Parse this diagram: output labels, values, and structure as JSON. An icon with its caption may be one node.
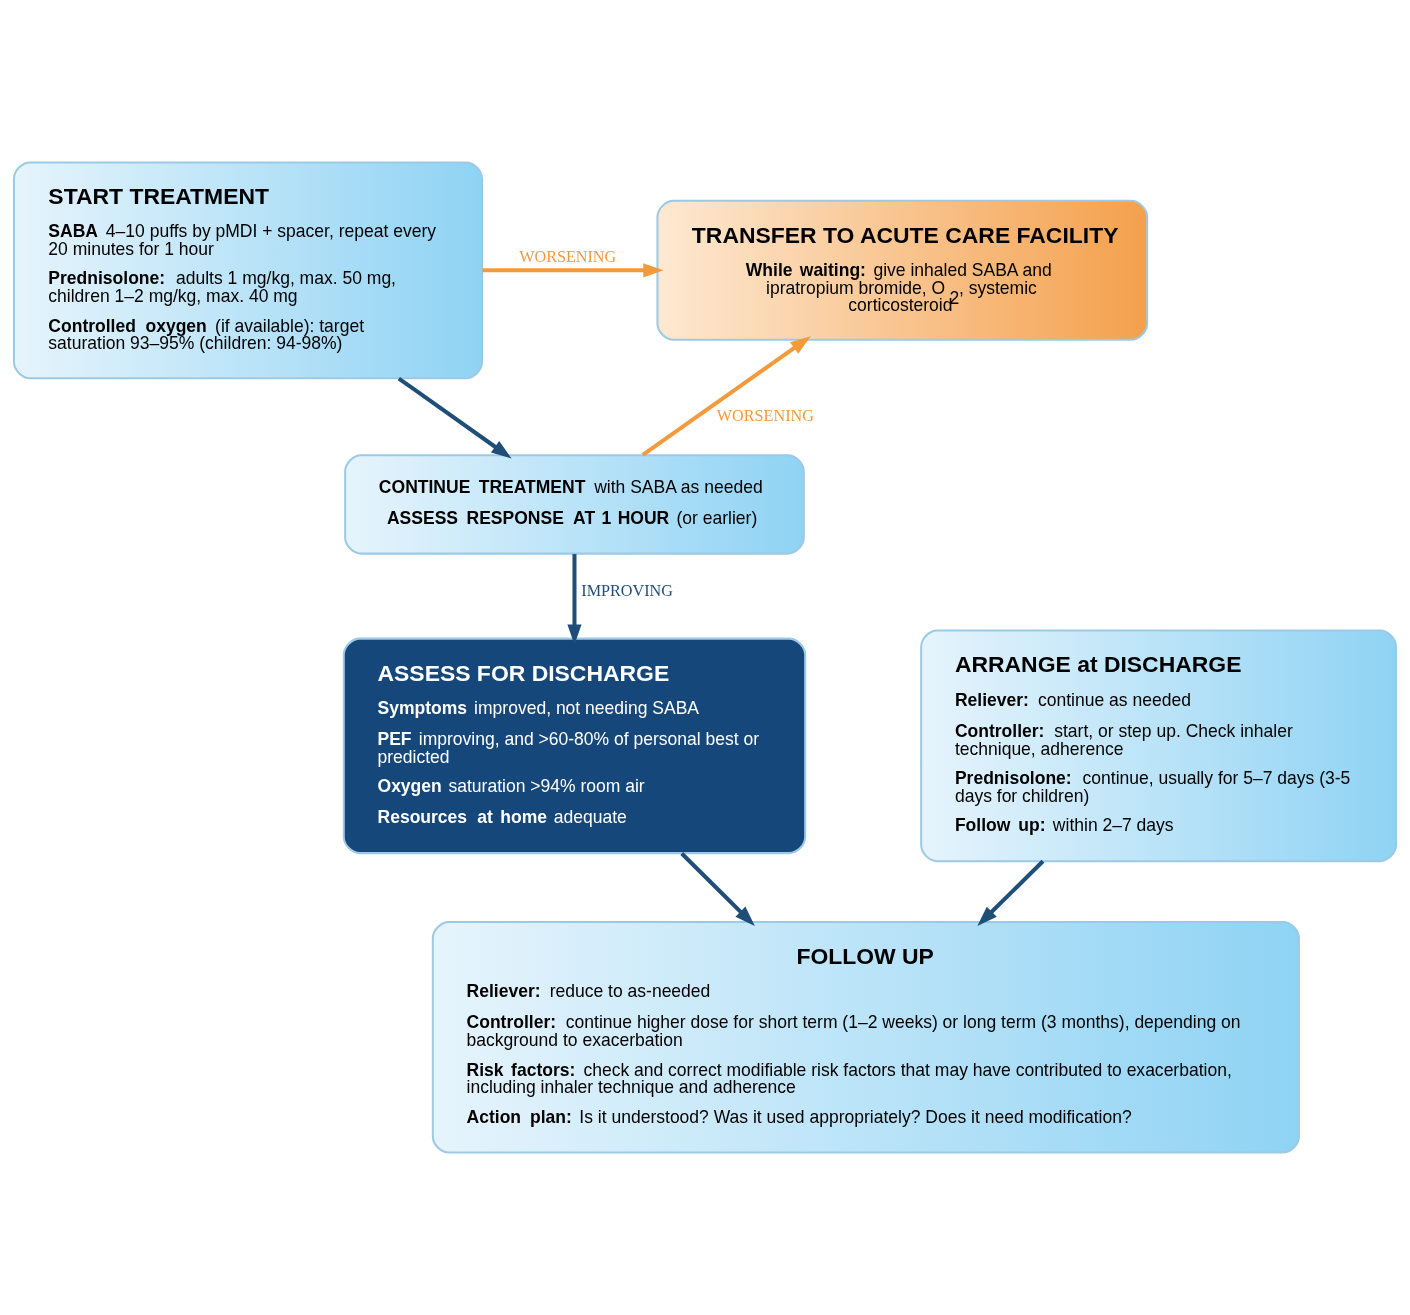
{
  "diagram": {
    "nodes": [
      {
        "text": [
          "START TREATMENT",
          "**SABA** 4–10 puffs by pMDI + spacer, repeat every 20 minutes for 1 hour",
          "**Prednisolone:** adults 1 mg/kg, max. 50 mg, children 1–2 mg/kg, max. 40 mg",
          "**Controlled oxygen** (if available): target saturation 93–95% (children: 94-98%)"
        ]
      },
      {
        "text": [
          "TRANSFER TO ACUTE CARE FACILITY",
          "**While waiting:** give inhaled SABA and ipratropium bromide, O$_{2}$, systemic corticosteroid"
        ]
      },
      {
        "text": [
          "**CONTINUE TREATMENT** with SABA as needed",
          "**ASSESS RESPONSE AT 1 HOUR** (or earlier)"
        ]
      },
      {
        "text": [
          "ASSESS FOR DISCHARGE",
          "**Symptoms** improved, not needing SABA",
          "**PEF** improving, and >60-80% of personal best or predicted",
          "**Oxygen** saturation >94% room air",
          "**Resources at home** adequate"
        ]
      },
      {
        "text": [
          "ARRANGE at DISCHARGE",
          "**Reliever:** continue as needed",
          "**Controller:** start, or step up. Check inhaler technique, adherence",
          "**Prednisolone:** continue, usually for 5–7 days (3-5 days for children)",
          "**Follow up:** within 2–7 days"
        ]
      },
      {
        "text": [
          "FOLLOW UP",
          "**Reliever:** reduce to as-needed",
          "**Controller:** continue higher dose for short term (1–2 weeks) or long term (3 months), depending on background to exacerbation",
          "**Risk factors:** check and correct modifiable risk factors that may have contributed to exacerbation, including inhaler technique and adherence",
          "**Action plan:** Is it understood? Was it used appropriately? Does it need modification?"
        ]
      }
    ],
    "edges": [
      {
        "from": 0,
        "to": 1,
        "arrow": "to",
        "label": "WORSENING",
        "color": "#f39a3c"
      },
      {
        "from": 0,
        "to": 2,
        "arrow": "to"
      },
      {
        "from": 2,
        "to": 1,
        "arrow": "to",
        "label": "WORSENING",
        "color": "#f39a3c"
      },
      {
        "from": 2,
        "to": 3,
        "arrow": "to",
        "label": "IMPROVING"
      },
      {
        "from": 3,
        "to": 5,
        "arrow": "to"
      },
      {
        "from": 4,
        "to": 5,
        "arrow": "to"
      }
    ]
  }
}
